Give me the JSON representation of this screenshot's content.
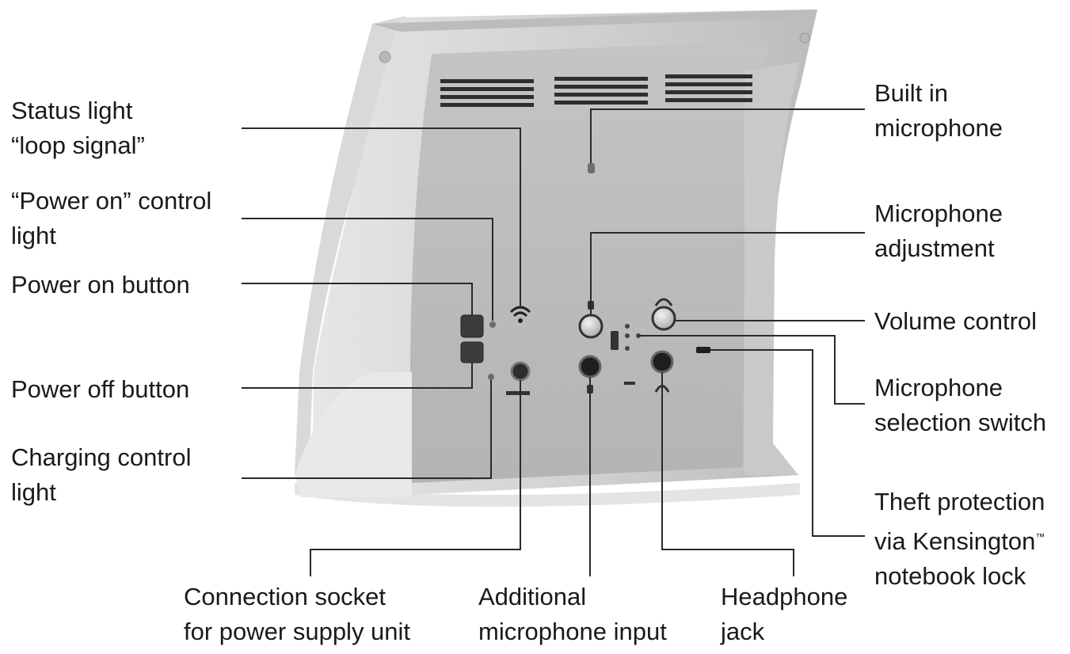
{
  "labels": {
    "status_light": {
      "line1": "Status light",
      "line2": "“loop signal”"
    },
    "power_on_light": {
      "line1": "“Power on” control",
      "line2": "light"
    },
    "power_on_button": {
      "line1": "Power on button"
    },
    "power_off_button": {
      "line1": "Power off button"
    },
    "charging_light": {
      "line1": "Charging control",
      "line2": "light"
    },
    "connection_socket": {
      "line1": "Connection socket",
      "line2": "for power supply unit"
    },
    "additional_mic": {
      "line1": "Additional",
      "line2": "microphone input"
    },
    "headphone_jack": {
      "line1": "Headphone",
      "line2": "jack"
    },
    "built_in_mic": {
      "line1": "Built in",
      "line2": "microphone"
    },
    "mic_adjustment": {
      "line1": "Microphone",
      "line2": "adjustment"
    },
    "volume_control": {
      "line1": "Volume control"
    },
    "mic_selection": {
      "line1": "Microphone",
      "line2": "selection switch"
    },
    "theft_protection": {
      "line1": "Theft protection",
      "line2": "via Kensington",
      "tm": "™",
      "line3": "notebook lock"
    }
  },
  "colors": {
    "device_body": "#c9c9c9",
    "device_panel": "#bdbdbd",
    "leader_line": "#2a2a2a",
    "text": "#1a1a1a"
  }
}
